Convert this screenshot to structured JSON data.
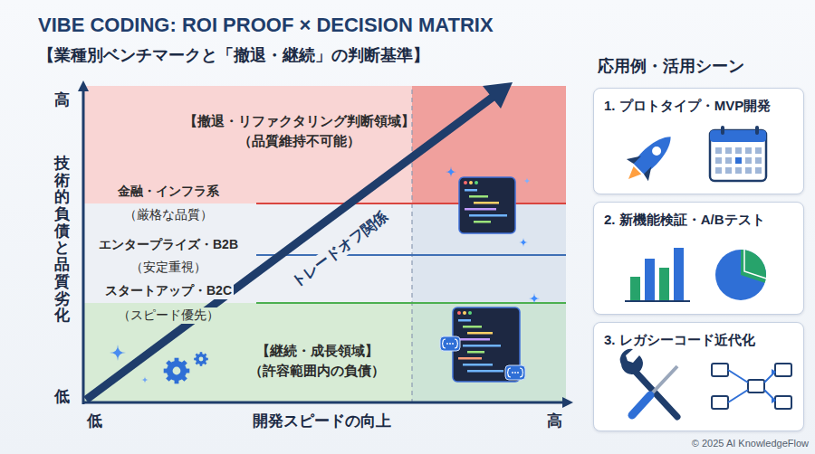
{
  "diagram": {
    "title": "VIBE CODING: ROI PROOF × DECISION MATRIX",
    "nodes": [
      {
        "text": [
          "【撤退・リファクタリング判断領域】",
          "（品質維持不可能）"
        ]
      },
      {
        "text": [
          "【継続・成長領域】",
          "（許容範囲内の負債）"
        ]
      },
      {
        "text": [
          "1. プロトタイプ・MVP開発"
        ]
      },
      {
        "text": [
          "2. 新機能検証・A/Bテスト"
        ]
      },
      {
        "text": [
          "3. レガシーコード近代化"
        ]
      }
    ],
    "labels": [
      "【業種別ベンチマークと「撤退・継続」の判断基準】",
      "高",
      "技術的負債と品質劣化",
      "低",
      "低",
      "開発スピードの向上",
      "高",
      "金融・インフラ系",
      "（厳格な品質）",
      "エンタープライズ・B2B",
      "（安定重視）",
      "スタートアップ・B2C",
      "（スピード優先）",
      "トレードオフ関係",
      "応用例・活用シーン",
      "© 2025 AI KnowledgeFlow"
    ]
  }
}
